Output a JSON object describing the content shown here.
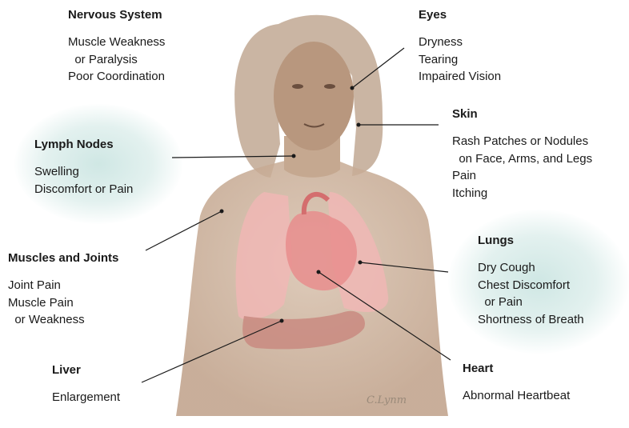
{
  "colors": {
    "skin": "#c9ad94",
    "hair": "#a88c74",
    "lungs": "#f1b7b5",
    "heart": "#e88d8d",
    "liver": "#c98a80",
    "glow": "#cfe7e4",
    "leader": "#1a1a1a"
  },
  "signature": "C.Lynm",
  "callouts": {
    "nervous": {
      "title": "Nervous System",
      "lines": [
        "Muscle Weakness",
        "  or Paralysis",
        "Poor Coordination"
      ]
    },
    "eyes": {
      "title": "Eyes",
      "lines": [
        "Dryness",
        "Tearing",
        "Impaired Vision"
      ]
    },
    "skin": {
      "title": "Skin",
      "lines": [
        "Rash Patches or Nodules",
        "  on Face, Arms, and Legs",
        "Pain",
        "Itching"
      ]
    },
    "lymph": {
      "title": "Lymph Nodes",
      "lines": [
        "Swelling",
        "Discomfort or Pain"
      ]
    },
    "muscles": {
      "title": "Muscles and Joints",
      "lines": [
        "Joint Pain",
        "Muscle Pain",
        "  or Weakness"
      ]
    },
    "lungs": {
      "title": "Lungs",
      "lines": [
        "Dry Cough",
        "Chest Discomfort",
        "  or Pain",
        "Shortness of Breath"
      ]
    },
    "liver": {
      "title": "Liver",
      "lines": [
        "Enlargement"
      ]
    },
    "heart": {
      "title": "Heart",
      "lines": [
        "Abnormal Heartbeat"
      ]
    }
  }
}
